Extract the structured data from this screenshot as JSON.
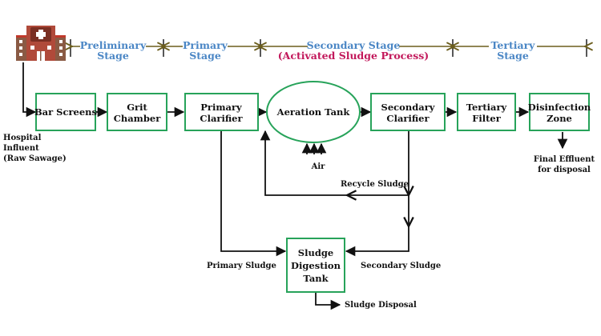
{
  "stages": {
    "preliminary": [
      "Preliminary",
      "Stage"
    ],
    "primary": [
      "Primary",
      "Stage"
    ],
    "secondary": [
      "Secondary Stage",
      "(Activated Sludge Process)"
    ],
    "tertiary": [
      "Tertiary",
      "Stage"
    ]
  },
  "source": {
    "icon": "hospital-icon",
    "label": [
      "Hospital",
      "Influent",
      "(Raw Sawage)"
    ]
  },
  "nodes": {
    "bar_screens": [
      "Bar Screens"
    ],
    "grit_chamber": [
      "Grit",
      "Chamber"
    ],
    "primary_clarifier": [
      "Primary",
      "Clarifier"
    ],
    "aeration_tank": [
      "Aeration Tank"
    ],
    "secondary_clarifier": [
      "Secondary",
      "Clarifier"
    ],
    "tertiary_filter": [
      "Tertiary",
      "Filter"
    ],
    "disinfection_zone": [
      "Disinfection",
      "Zone"
    ],
    "sludge_digestion_tank": [
      "Sludge",
      "Digestion",
      "Tank"
    ]
  },
  "labels": {
    "air": "Air",
    "recycle_sludge": "Recycle Sludge",
    "primary_sludge": "Primary Sludge",
    "secondary_sludge": "Secondary Sludge",
    "sludge_disposal": "Sludge Disposal",
    "final_effluent": [
      "Final Effluent",
      "for disposal"
    ]
  },
  "colors": {
    "stage_text": "#4a86c5",
    "stage_subtext": "#c2185b",
    "box_border": "#27a35a",
    "stage_line": "#6b5d1c",
    "hospital_roof": "#c0392b",
    "hospital_body": "#8a5a44"
  }
}
